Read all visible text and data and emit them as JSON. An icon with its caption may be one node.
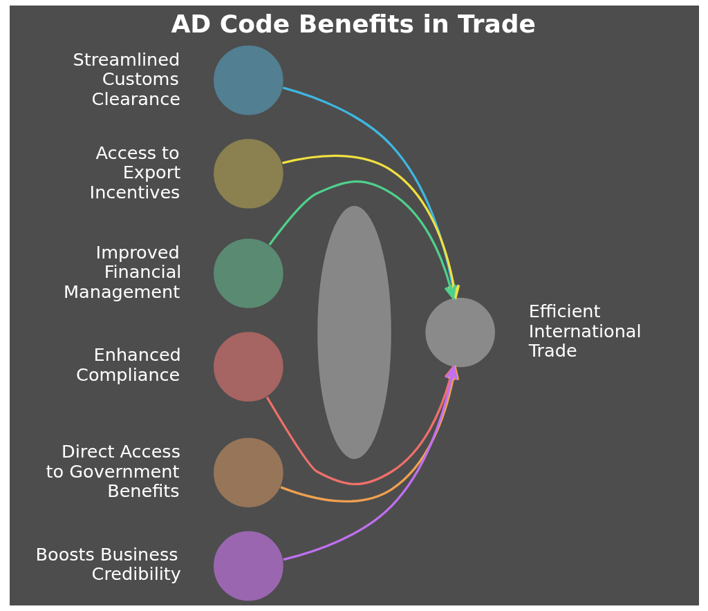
{
  "diagram": {
    "title": "AD Code Benefits in Trade",
    "nodes": [
      {
        "text": [],
        "shape": "circle",
        "beside": [
          "Streamlined Customs Clearance"
        ]
      },
      {
        "text": [],
        "shape": "circle",
        "beside": [
          "Access to Export Incentives"
        ]
      },
      {
        "text": [],
        "shape": "circle",
        "beside": [
          "Improved Financial Management"
        ]
      },
      {
        "text": [],
        "shape": "circle",
        "beside": [
          "Enhanced Compliance"
        ]
      },
      {
        "text": [],
        "shape": "circle",
        "beside": [
          "Direct Access to Government Benefits"
        ]
      },
      {
        "text": [],
        "shape": "circle",
        "beside": [
          "Boosts Business Credibility"
        ]
      },
      {
        "text": [],
        "shape": "ellipse"
      },
      {
        "text": [],
        "shape": "circle",
        "beside": [
          "Efficient International Trade"
        ]
      }
    ],
    "edges": [
      {
        "from": 0,
        "to": 7,
        "arrow": "to",
        "color": "#3fb6e0"
      },
      {
        "from": 1,
        "to": 7,
        "arrow": "to",
        "color": "#f0e040"
      },
      {
        "from": 2,
        "to": 7,
        "arrow": "to",
        "color": "#4fd08c"
      },
      {
        "from": 3,
        "to": 7,
        "arrow": "to",
        "color": "#f0706a"
      },
      {
        "from": 4,
        "to": 7,
        "arrow": "to",
        "color": "#f0a050"
      },
      {
        "from": 5,
        "to": 7,
        "arrow": "to",
        "color": "#c070f0"
      }
    ]
  }
}
